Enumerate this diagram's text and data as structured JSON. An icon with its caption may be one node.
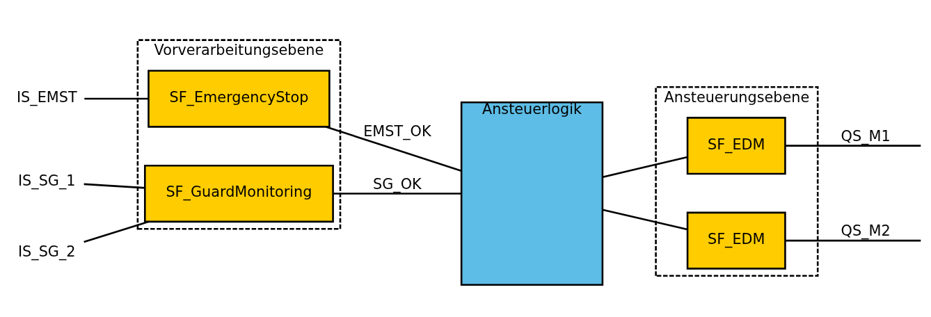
{
  "diagram": {
    "nodes": [
      {
        "text": [
          "IS_EMST"
        ]
      },
      {
        "text": [
          "IS_SG_1"
        ]
      },
      {
        "text": [
          "IS_SG_2"
        ]
      },
      {
        "text": [
          "Vorverarbeitungsebene"
        ]
      },
      {
        "text": [
          "SF_EmergencyStop"
        ],
        "in": 3
      },
      {
        "text": [
          "SF_GuardMonitoring"
        ],
        "in": 3
      },
      {
        "text": [
          "Ansteuerlogik"
        ]
      },
      {
        "text": [
          "Ansteuerungsebene"
        ]
      },
      {
        "text": [
          "SF_EDM"
        ],
        "in": 7
      },
      {
        "text": [
          "SF_EDM"
        ],
        "in": 7
      }
    ],
    "edges": [
      {
        "from": 0,
        "to": 4,
        "arrow": "none"
      },
      {
        "from": 1,
        "to": 5,
        "arrow": "none"
      },
      {
        "from": 2,
        "to": 5,
        "arrow": "none"
      },
      {
        "from": 4,
        "to": 6,
        "arrow": "none",
        "label": "EMST_OK"
      },
      {
        "from": 5,
        "to": 6,
        "arrow": "none",
        "label": "SG_OK"
      },
      {
        "from": 6,
        "to": 8,
        "arrow": "none"
      },
      {
        "from": 6,
        "to": 9,
        "arrow": "none"
      },
      {
        "from": 8,
        "to": null,
        "arrow": "none",
        "label": "QS_M1"
      },
      {
        "from": 9,
        "to": null,
        "arrow": "none",
        "label": "QS_M2"
      }
    ]
  }
}
